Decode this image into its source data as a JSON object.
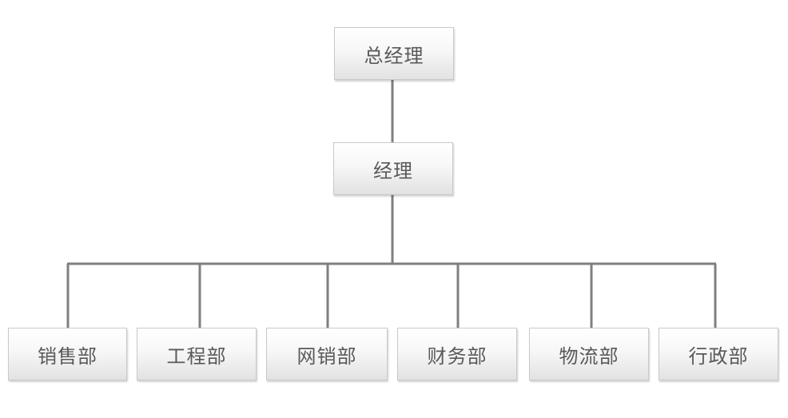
{
  "org_chart": {
    "top": {
      "label": "总经理"
    },
    "manager": {
      "label": "经理"
    },
    "departments": [
      {
        "label": "销售部"
      },
      {
        "label": "工程部"
      },
      {
        "label": "网销部"
      },
      {
        "label": "财务部"
      },
      {
        "label": "物流部"
      },
      {
        "label": "行政部"
      }
    ]
  },
  "colors": {
    "connector": "#7f7f7f",
    "node_border": "#c9c9c9",
    "node_text": "#595959"
  }
}
